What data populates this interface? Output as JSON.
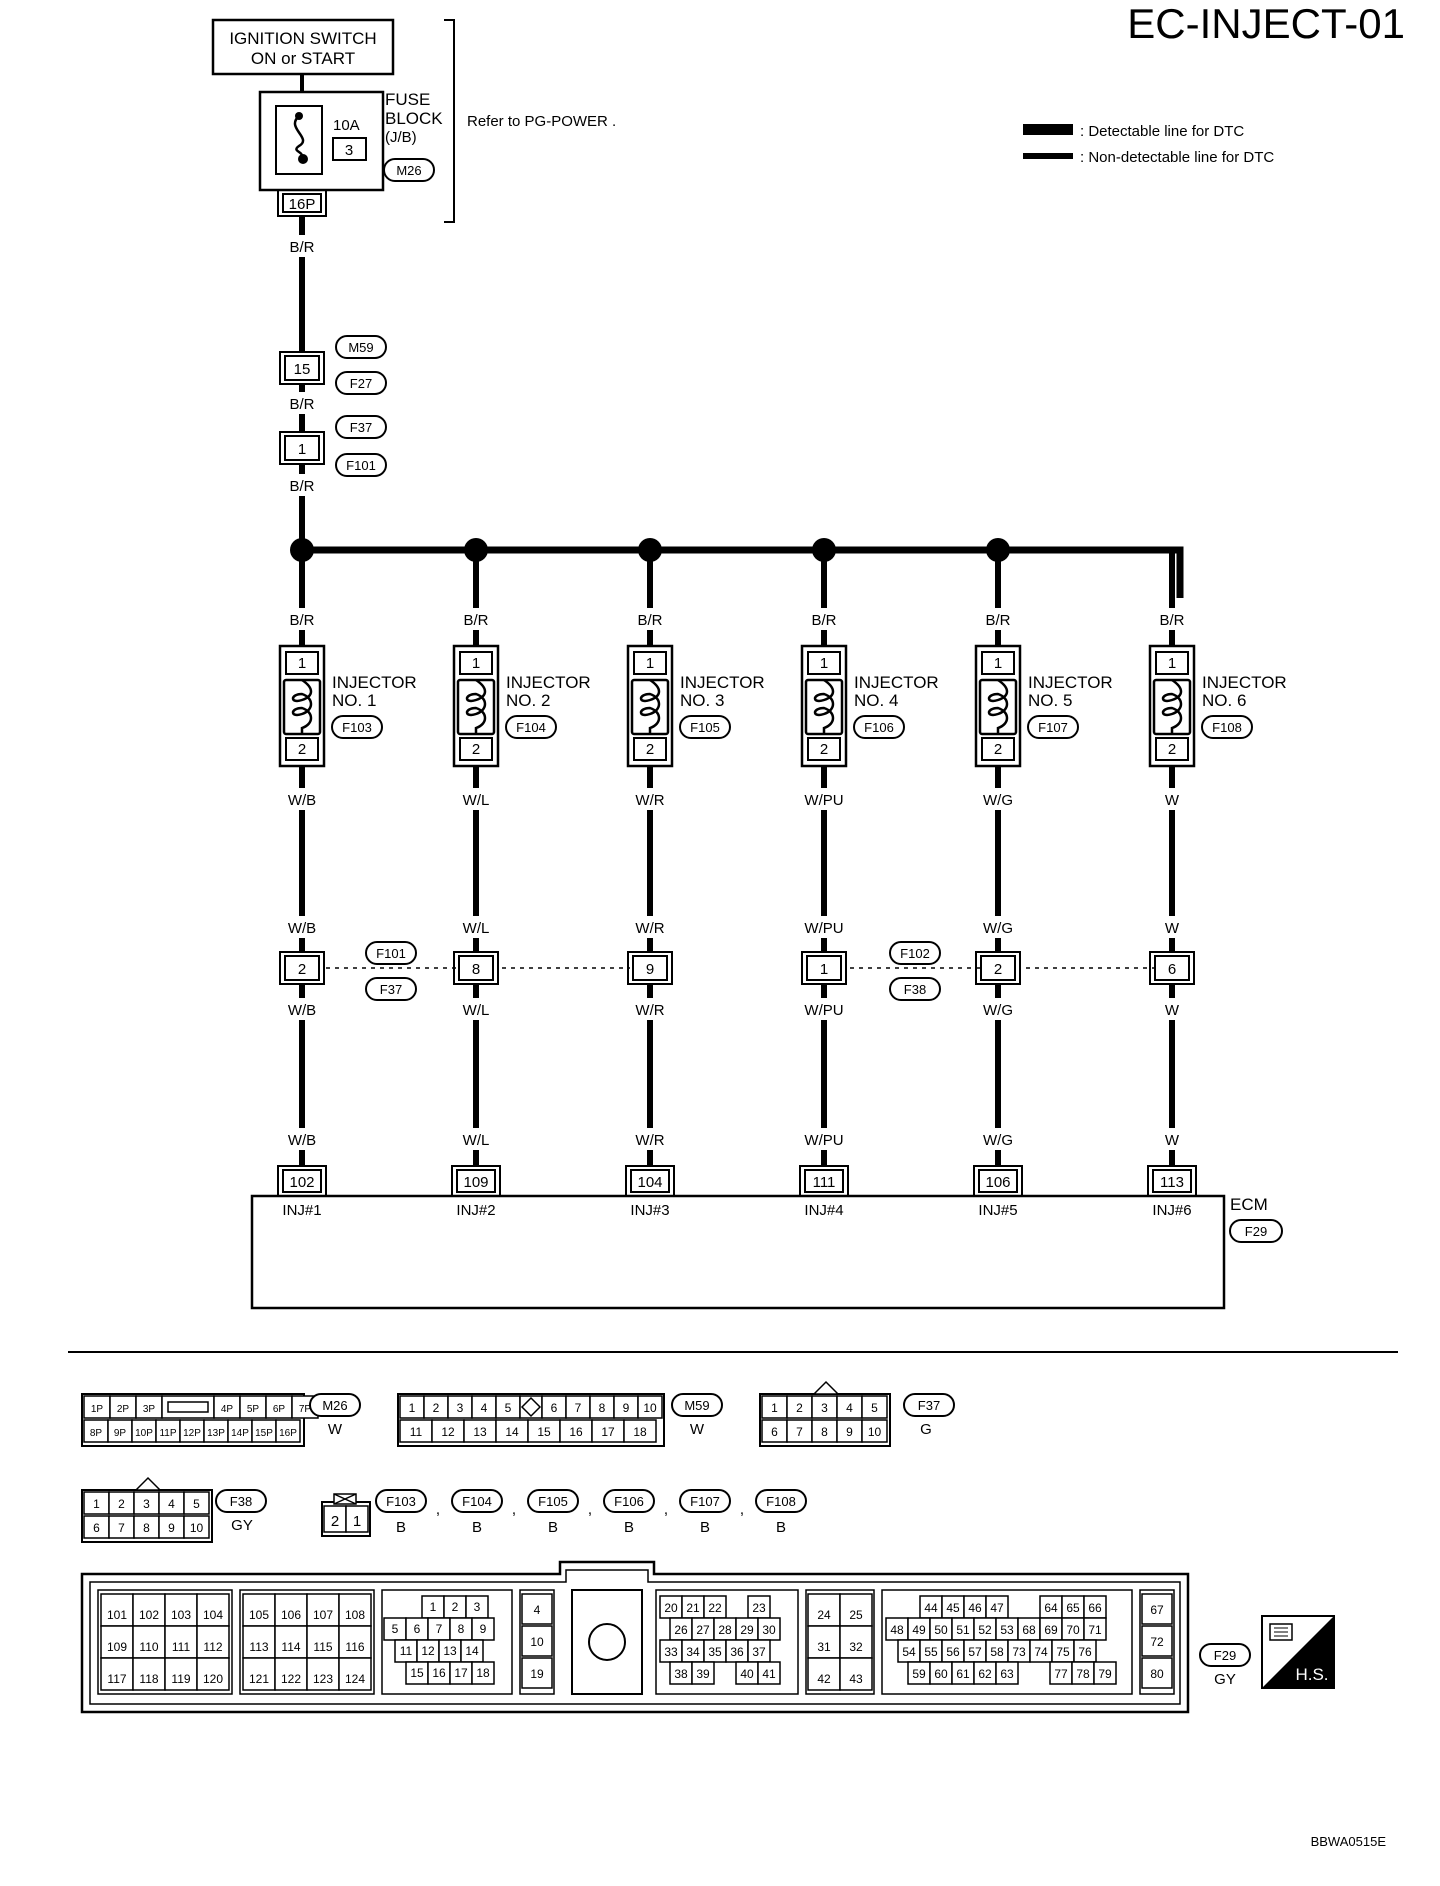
{
  "page_id": "EC-INJECT-01",
  "figure_code": "BBWA0515E",
  "power_source": {
    "switch_label_1": "IGNITION SWITCH",
    "switch_label_2": "ON or START",
    "fuse_rating": "10A",
    "fuse_number": "3",
    "fuse_block_1": "FUSE",
    "fuse_block_2": "BLOCK",
    "fuse_block_3": "(J/B)",
    "fuse_block_connector": "M26",
    "fuse_pin": "16P",
    "refer_text": "Refer to  PG-POWER ."
  },
  "legend": {
    "detectable": ": Detectable line for DTC",
    "non_detectable": ": Non-detectable line for DTC"
  },
  "trunk": {
    "wire_color": "B/R",
    "joint1_pin": "15",
    "joint1_codes": [
      "M59",
      "F27"
    ],
    "joint2_pin": "1",
    "joint2_codes": [
      "F37",
      "F101"
    ]
  },
  "injectors": [
    {
      "top_pin": "1",
      "bottom_pin": "2",
      "label_1": "INJECTOR",
      "label_2": "NO. 1",
      "connector": "F103",
      "supply_wire": "B/R",
      "signal_wire": "W/B",
      "joint_pin": "2",
      "ecm_pin": "102",
      "ecm_label": "INJ#1"
    },
    {
      "top_pin": "1",
      "bottom_pin": "2",
      "label_1": "INJECTOR",
      "label_2": "NO. 2",
      "connector": "F104",
      "supply_wire": "B/R",
      "signal_wire": "W/L",
      "joint_pin": "8",
      "ecm_pin": "109",
      "ecm_label": "INJ#2"
    },
    {
      "top_pin": "1",
      "bottom_pin": "2",
      "label_1": "INJECTOR",
      "label_2": "NO. 3",
      "connector": "F105",
      "supply_wire": "B/R",
      "signal_wire": "W/R",
      "joint_pin": "9",
      "ecm_pin": "104",
      "ecm_label": "INJ#3"
    },
    {
      "top_pin": "1",
      "bottom_pin": "2",
      "label_1": "INJECTOR",
      "label_2": "NO. 4",
      "connector": "F106",
      "supply_wire": "B/R",
      "signal_wire": "W/PU",
      "joint_pin": "1",
      "ecm_pin": "111",
      "ecm_label": "INJ#4"
    },
    {
      "top_pin": "1",
      "bottom_pin": "2",
      "label_1": "INJECTOR",
      "label_2": "NO. 5",
      "connector": "F107",
      "supply_wire": "B/R",
      "signal_wire": "W/G",
      "joint_pin": "2",
      "ecm_pin": "106",
      "ecm_label": "INJ#5"
    },
    {
      "top_pin": "1",
      "bottom_pin": "2",
      "label_1": "INJECTOR",
      "label_2": "NO. 6",
      "connector": "F108",
      "supply_wire": "B/R",
      "signal_wire": "W",
      "joint_pin": "6",
      "ecm_pin": "113",
      "ecm_label": "INJ#6"
    }
  ],
  "joint_connectors": {
    "left_a": "F101",
    "left_b": "F37",
    "right_a": "F102",
    "right_b": "F38"
  },
  "ecm": {
    "label": "ECM",
    "connector": "F29"
  },
  "connector_views": {
    "m26": {
      "code": "M26",
      "color": "W",
      "row1": [
        "1P",
        "2P",
        "3P",
        "",
        "4P",
        "5P",
        "6P",
        "7P"
      ],
      "row2": [
        "8P",
        "9P",
        "10P",
        "11P",
        "12P",
        "13P",
        "14P",
        "15P",
        "16P"
      ]
    },
    "m59": {
      "code": "M59",
      "color": "W",
      "row1": [
        "1",
        "2",
        "3",
        "4",
        "5",
        "",
        "6",
        "7",
        "8",
        "9",
        "10"
      ],
      "row2": [
        "11",
        "12",
        "13",
        "14",
        "15",
        "16",
        "17",
        "18"
      ]
    },
    "f37": {
      "code": "F37",
      "color": "G",
      "row1": [
        "1",
        "2",
        "3",
        "4",
        "5"
      ],
      "row2": [
        "6",
        "7",
        "8",
        "9",
        "10"
      ]
    },
    "f38": {
      "code": "F38",
      "color": "GY",
      "row1": [
        "1",
        "2",
        "3",
        "4",
        "5"
      ],
      "row2": [
        "6",
        "7",
        "8",
        "9",
        "10"
      ]
    },
    "injector_conn": {
      "pins": [
        "2",
        "1"
      ],
      "codes": [
        "F103",
        "F104",
        "F105",
        "F106",
        "F107",
        "F108"
      ],
      "colors": [
        "B",
        "B",
        "B",
        "B",
        "B",
        "B"
      ],
      "separator": ","
    },
    "f29": {
      "code": "F29",
      "color": "GY",
      "badge": "H.S.",
      "block1": [
        [
          "101",
          "102",
          "103",
          "104"
        ],
        [
          "109",
          "110",
          "111",
          "112"
        ],
        [
          "117",
          "118",
          "119",
          "120"
        ]
      ],
      "block2": [
        [
          "105",
          "106",
          "107",
          "108"
        ],
        [
          "113",
          "114",
          "115",
          "116"
        ],
        [
          "121",
          "122",
          "123",
          "124"
        ]
      ],
      "block3": [
        [
          "1",
          "2",
          "3"
        ],
        [
          "5",
          "6",
          "7",
          "8",
          "9"
        ],
        [
          "11",
          "12",
          "13",
          "14"
        ],
        [
          "15",
          "16",
          "17",
          "18"
        ]
      ],
      "block4": [
        "4",
        "10",
        "19"
      ],
      "block5": [
        [
          "20",
          "21",
          "22",
          "23"
        ],
        [
          "26",
          "27",
          "28",
          "29",
          "30"
        ],
        [
          "33",
          "34",
          "35",
          "36",
          "37"
        ],
        [
          "38",
          "39",
          "40",
          "41"
        ]
      ],
      "block6": [
        [
          "24",
          "25"
        ],
        [
          "31",
          "32"
        ],
        [
          "42",
          "43"
        ]
      ],
      "block7": [
        [
          "44",
          "45",
          "46",
          "47",
          "64",
          "65",
          "66"
        ],
        [
          "48",
          "49",
          "50",
          "51",
          "52",
          "53",
          "68",
          "69",
          "70",
          "71"
        ],
        [
          "54",
          "55",
          "56",
          "57",
          "58",
          "73",
          "74",
          "75",
          "76"
        ],
        [
          "59",
          "60",
          "61",
          "62",
          "63",
          "77",
          "78",
          "79"
        ]
      ],
      "block8": [
        "67",
        "72",
        "80"
      ]
    }
  }
}
